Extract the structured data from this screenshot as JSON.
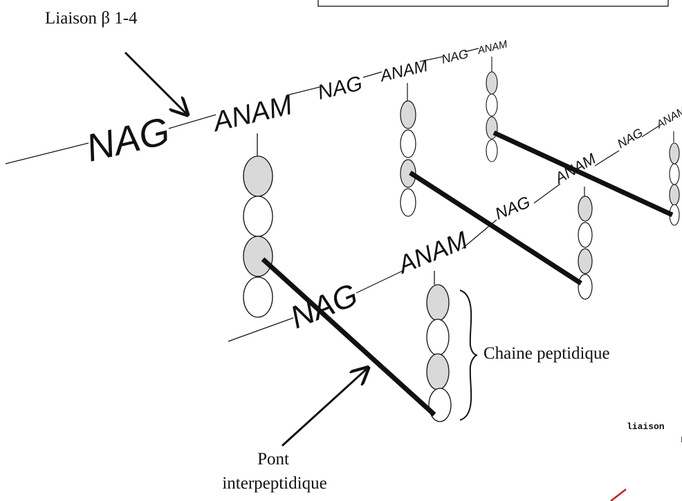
{
  "labels": {
    "glycosidic_bond": "Liaison β 1-4",
    "peptide_chain": "Chaine peptidique",
    "bridge_line1": "Pont",
    "bridge_line2": "interpeptidique",
    "cut_text": "liaison"
  },
  "sugars": {
    "nag": "NAG",
    "anam": "ANAM",
    "anam_cut": "ANAM"
  },
  "colors": {
    "line": "#111111",
    "unit_filled": "#d9d9d9",
    "unit_empty": "#ffffff",
    "accent": "#cc1f1f"
  }
}
